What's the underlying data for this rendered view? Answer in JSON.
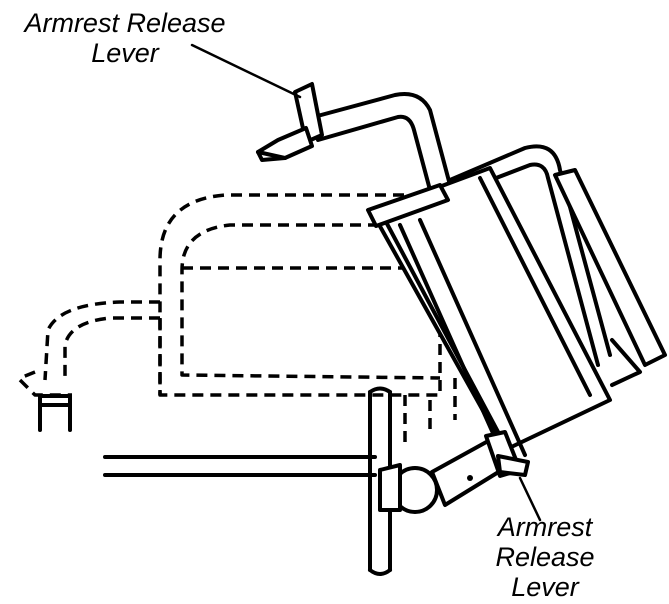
{
  "labels": {
    "top": {
      "line1": "Armrest Release",
      "line2": "Lever"
    },
    "bottom": {
      "line1": "Armrest",
      "line2": "Release",
      "line3": "Lever"
    }
  }
}
